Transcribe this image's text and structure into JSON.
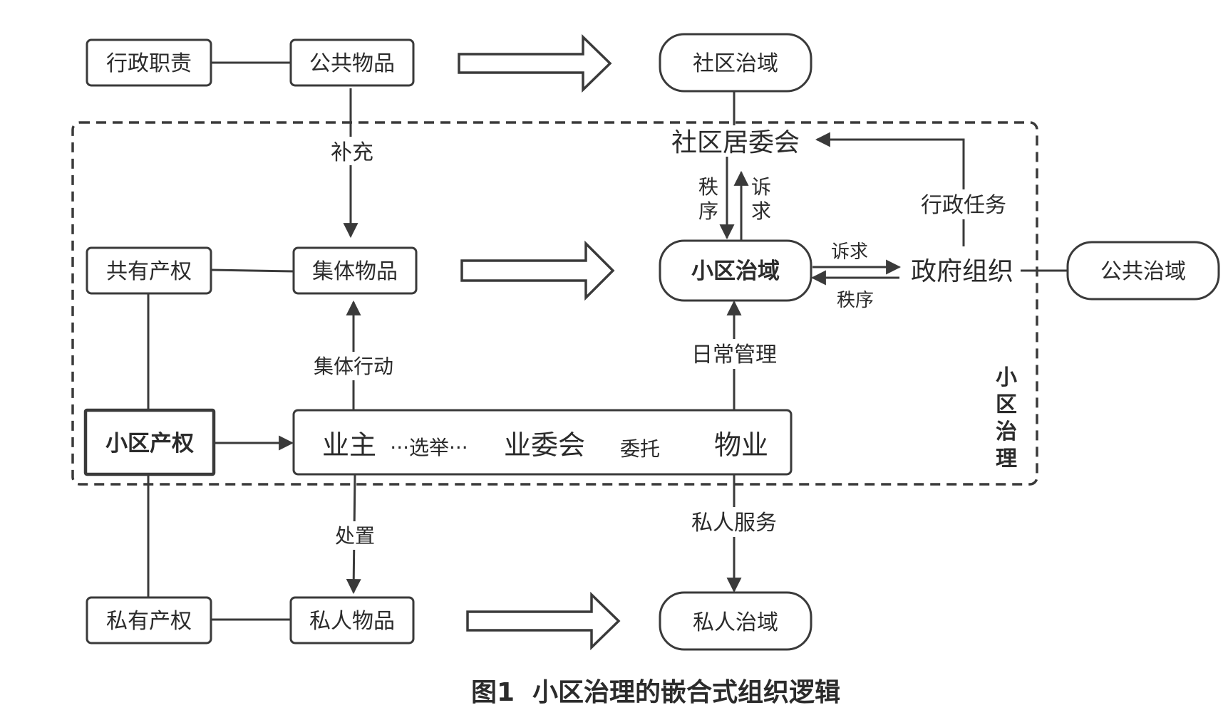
{
  "nodes": {
    "xingzheng_zhize": "行政职责",
    "gonggong_wupin": "公共物品",
    "shequ_zhiyu": "社区治域",
    "shequ_juweihui": "社区居委会",
    "gongyou_chanquan": "共有产权",
    "jiti_wupin": "集体物品",
    "xiaoqu_zhiyu": "小区治域",
    "zhengfu_zuzhi": "政府组织",
    "gonggong_zhiyu": "公共治域",
    "xiaoqu_chanquan": "小区产权",
    "yezhu": "业主",
    "yeweihui": "业委会",
    "wuye": "物业",
    "siyou_chanquan": "私有产权",
    "siren_wupin": "私人物品",
    "siren_zhiyu": "私人治域"
  },
  "edges": {
    "buchong": "补充",
    "zhixu_1": "秩",
    "zhixu_2": "序",
    "suqiu_1": "诉",
    "suqiu_2": "求",
    "xingzheng_renwu": "行政任务",
    "suqiu": "诉求",
    "zhixu": "秩序",
    "jiti_xingdong": "集体行动",
    "richang_guanli": "日常管理",
    "xuanju": "···选举···",
    "weituo": "委托",
    "chuzhi": "处置",
    "siren_fuwu": "私人服务"
  },
  "region_label": [
    "小",
    "区",
    "治",
    "理"
  ],
  "caption": "图1  小区治理的嵌合式组织逻辑"
}
